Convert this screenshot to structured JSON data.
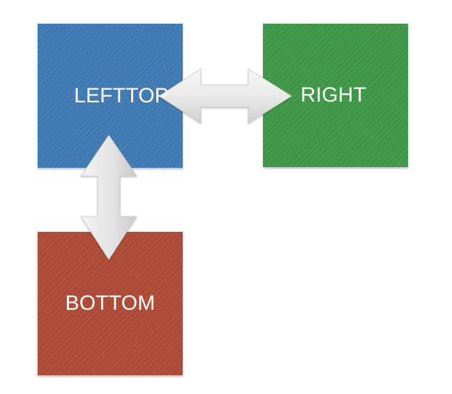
{
  "nodes": {
    "lefttop": {
      "label": "LEFTTOP",
      "color": "#3f7bb6"
    },
    "right": {
      "label": "RIGHT",
      "color": "#3e9948"
    },
    "bottom": {
      "label": "BOTTOM",
      "color": "#b24a37"
    }
  },
  "connectors": {
    "horizontal": {
      "from": "LEFTTOP",
      "to": "RIGHT",
      "type": "bidirectional"
    },
    "vertical": {
      "from": "LEFTTOP",
      "to": "BOTTOM",
      "type": "bidirectional"
    }
  },
  "colors": {
    "background": "#ffffff",
    "arrow_fill_light": "#f2f2f2",
    "arrow_fill_dark": "#d3d3d3"
  }
}
